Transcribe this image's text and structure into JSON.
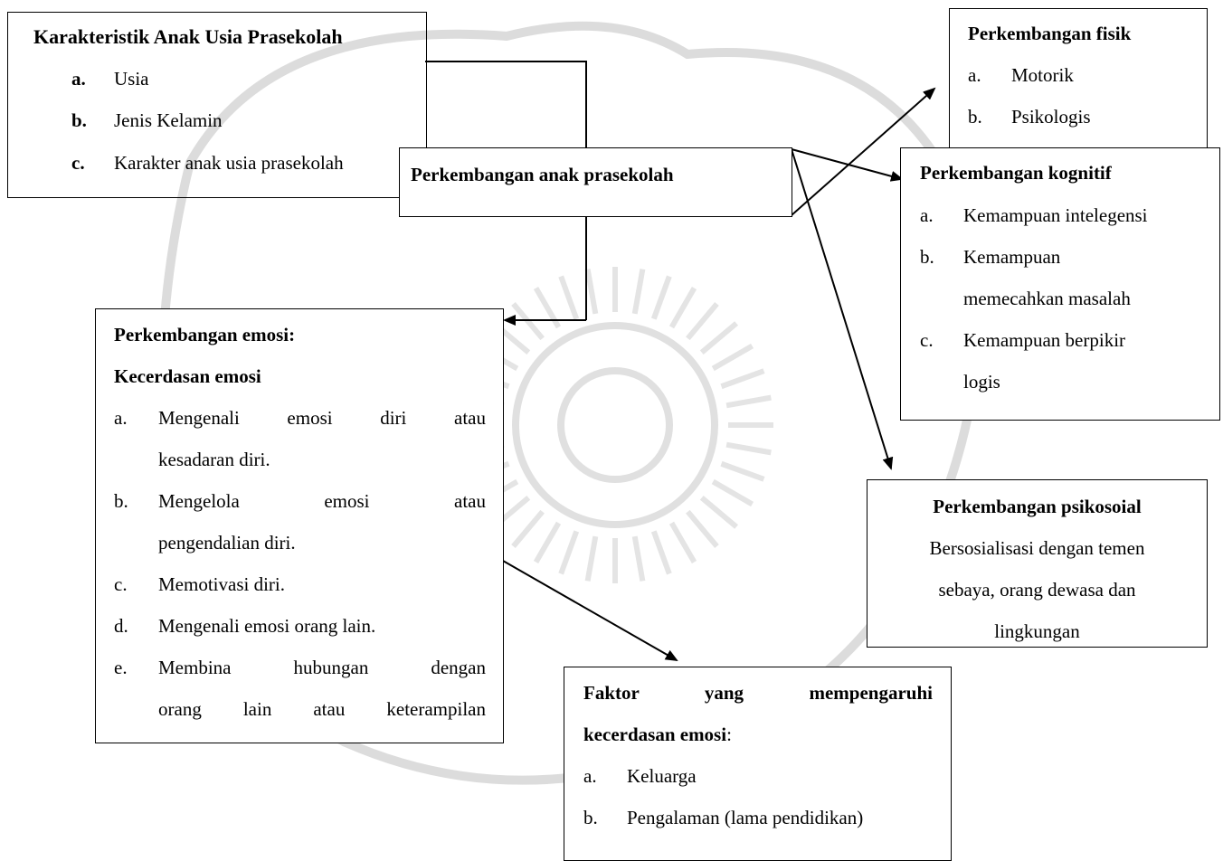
{
  "characteristics": {
    "title": "Karakteristik Anak Usia Prasekolah",
    "items": [
      {
        "marker": "a.",
        "text": "Usia"
      },
      {
        "marker": "b.",
        "text": "Jenis Kelamin"
      },
      {
        "marker": "c.",
        "text": "Karakter anak usia prasekolah"
      }
    ]
  },
  "central": {
    "title": "Perkembangan anak prasekolah"
  },
  "physical": {
    "title": "Perkembangan fisik",
    "items": [
      {
        "marker": "a.",
        "text": "Motorik"
      },
      {
        "marker": "b.",
        "text": "Psikologis"
      }
    ]
  },
  "cognitive": {
    "title": "Perkembangan kognitif",
    "items": [
      {
        "marker": "a.",
        "text": "Kemampuan intelegensi"
      },
      {
        "marker": "b.",
        "text": "Kemampuan",
        "cont": "memecahkan masalah"
      },
      {
        "marker": "c.",
        "text": "Kemampuan berpikir",
        "cont": "logis"
      }
    ]
  },
  "psychosocial": {
    "title": "Perkembangan psikosoial",
    "lines": [
      "Bersosialisasi dengan temen",
      "sebaya, orang dewasa dan",
      "lingkungan"
    ]
  },
  "emotion": {
    "title1": "Perkembangan emosi:",
    "title2": "Kecerdasan emosi",
    "items": [
      {
        "marker": "a.",
        "line1": "Mengenali emosi diri atau",
        "line2": "kesadaran diri."
      },
      {
        "marker": "b.",
        "line1": "Mengelola emosi atau",
        "line2": "pengendalian diri."
      },
      {
        "marker": "c.",
        "line1": "Memotivasi diri."
      },
      {
        "marker": "d.",
        "line1": "Mengenali emosi orang lain."
      },
      {
        "marker": "e.",
        "line1": "Membina hubungan dengan",
        "line2": "orang lain atau keterampilan"
      }
    ]
  },
  "factors": {
    "title1": "Faktor yang mempengaruhi",
    "title2": "kecerdasan emosi",
    "title2_suffix": ":",
    "items": [
      {
        "marker": "a.",
        "text": "Keluarga"
      },
      {
        "marker": "b.",
        "text": "Pengalaman (lama pendidikan)"
      }
    ]
  },
  "watermark_color": "#d9d9d9"
}
